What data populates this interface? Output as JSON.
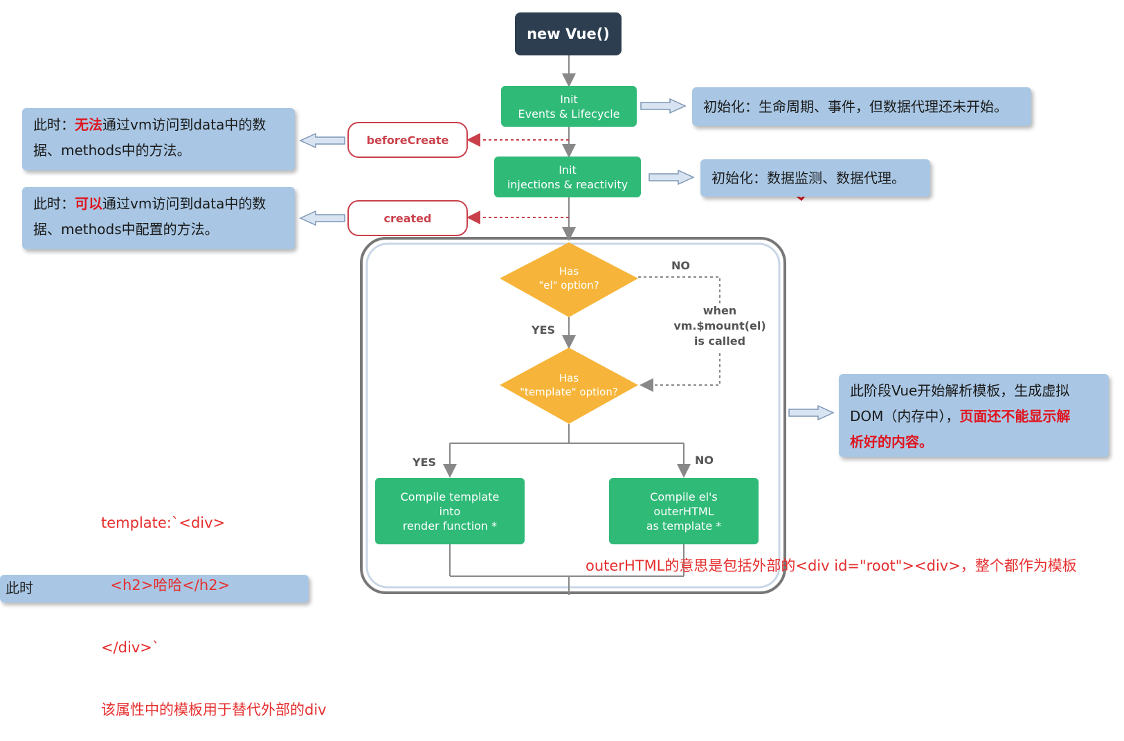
{
  "flow": {
    "new_vue": "new Vue()",
    "init_events": {
      "line1": "Init",
      "line2": "Events & Lifecycle"
    },
    "init_injections": {
      "line1": "Init",
      "line2": "injections & reactivity"
    },
    "hook_before_create": "beforeCreate",
    "hook_created": "created",
    "decision_el": {
      "line1": "Has",
      "line2": "\"el\" option?"
    },
    "decision_template": {
      "line1": "Has",
      "line2": "\"template\" option?"
    },
    "label_no_1": "NO",
    "label_yes_1": "YES",
    "label_yes_2": "YES",
    "label_no_2": "NO",
    "when_mount": {
      "line1": "when",
      "line2": "vm.$mount(el)",
      "line3": "is called"
    },
    "compile_template": {
      "line1": "Compile template",
      "line2": "into",
      "line3": "render function *"
    },
    "compile_el": {
      "line1": "Compile el's",
      "line2": "outerHTML",
      "line3": "as template *"
    }
  },
  "notes": {
    "init_events_note": "初始化：生命周期、事件，但数据代理还未开始。",
    "init_injections_note": {
      "prefix": "初始化",
      "rest": "：数据监测、数据代理。"
    },
    "before_create_note": {
      "prefix": "此时：",
      "highlight": "无法",
      "rest1": "通过vm访问到data中的数",
      "line2": "据、methods中的方法。"
    },
    "created_note": {
      "prefix": "此时：",
      "highlight": "可以",
      "rest1": "通过vm访问到data中的数",
      "line2": "据、methods中配置的方法。"
    },
    "template_phase_note": {
      "line1": "此阶段Vue开始解析模板，生成虚拟",
      "line2_plain": "DOM（内存中），",
      "line2_highlight": "页面还不能显示解",
      "line3_highlight": "析好的内容。"
    },
    "bottom_partial": "此时"
  },
  "annotations": {
    "template_code": {
      "line1": "template:`<div>",
      "line2": "  <h2>哈哈</h2>",
      "line3": "</div>`",
      "line4": "该属性中的模板用于替代外部的div"
    },
    "outer_html": "outerHTML的意思是包括外部的<div id=\"root\"><div>，整个都作为模板"
  },
  "colors": {
    "dark_node": "#2c3e50",
    "green_node": "#2fba78",
    "hook_border": "#c9404a",
    "diamond": "#f6b53a",
    "note_bg": "#a9c7e4",
    "highlight_red": "#e0141e",
    "annotation_red": "#e62e2e"
  }
}
